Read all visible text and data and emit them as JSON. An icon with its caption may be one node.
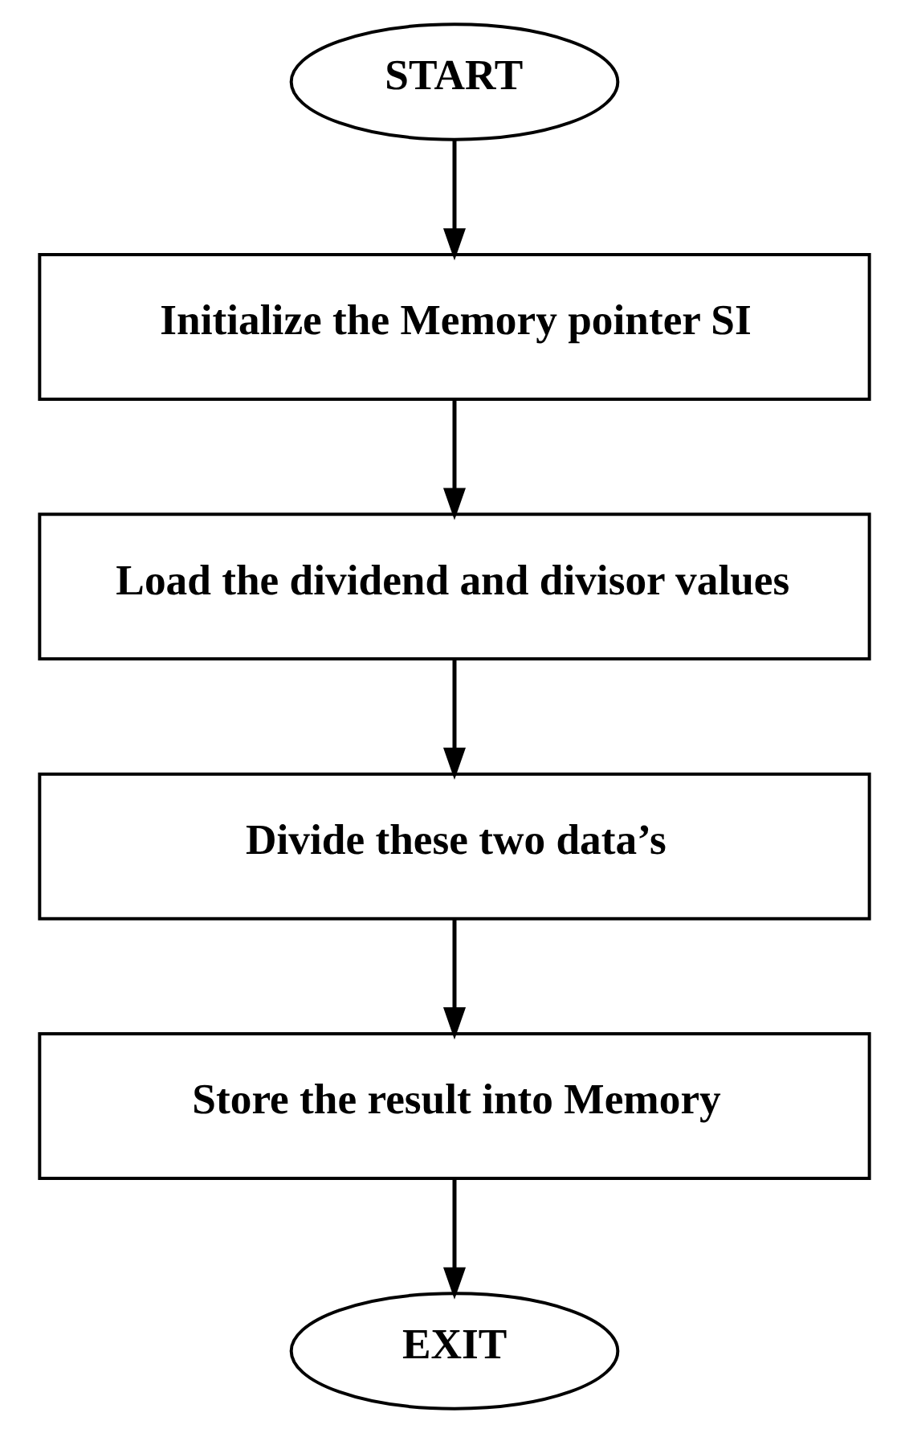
{
  "diagram": {
    "nodes": [
      {
        "text": [
          "START"
        ]
      },
      {
        "text": [
          "Initialize the Memory pointer SI"
        ]
      },
      {
        "text": [
          "Load the dividend and divisor values"
        ]
      },
      {
        "text": [
          "Divide these two data’s"
        ]
      },
      {
        "text": [
          "Store the result into Memory"
        ]
      },
      {
        "text": [
          "EXIT"
        ]
      }
    ],
    "edges": [
      {
        "from": 0,
        "to": 1,
        "arrow": "to"
      },
      {
        "from": 1,
        "to": 2,
        "arrow": "to"
      },
      {
        "from": 2,
        "to": 3,
        "arrow": "to"
      },
      {
        "from": 3,
        "to": 4,
        "arrow": "to"
      },
      {
        "from": 4,
        "to": 5,
        "arrow": "to"
      }
    ]
  }
}
